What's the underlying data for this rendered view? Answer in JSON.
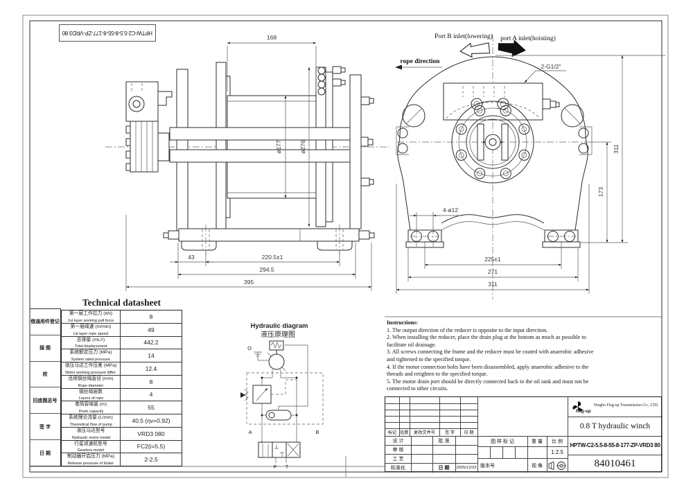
{
  "page": {
    "part_number_box": "HPTW-C2-5.5-8-55-8-177-ZP-VRD3 80"
  },
  "left_view": {
    "dim_168": "168",
    "dim_d177": "ø177",
    "dim_d276": "ø276",
    "dim_43": "43",
    "dim_2205": "220.5±1",
    "dim_2945": "294.5",
    "dim_395": "395"
  },
  "right_view": {
    "rope_direction": "rope direction",
    "port_b": "Port B inlet(lowering)",
    "port_a": "port A inlet(hoisting)",
    "thread": "2-G1/2\"",
    "dim_4d12": "4-ø12",
    "dim_225": "225±1",
    "dim_271": "271",
    "dim_311w": "311",
    "dim_173": "173",
    "dim_311h": "311"
  },
  "hydraulic": {
    "title_en": "Hydraulic diagram",
    "title_cn": "液压原理图",
    "port_o": "O",
    "port_a": "A",
    "port_b": "B",
    "port_p": "P",
    "port_t": "T"
  },
  "margin": {
    "labels": [
      "借通用件登记",
      "描 图",
      "校",
      "旧底图总号",
      "签 字",
      "日 期"
    ]
  },
  "datasheet": {
    "title": "Technical datasheet",
    "rows": [
      {
        "cn": "第一层工作拉力 (kN)",
        "en": "1st layer working pull force",
        "value": "8"
      },
      {
        "cn": "第一层绳速 (m/min)",
        "en": "1st layer rope speed",
        "value": "49"
      },
      {
        "cn": "总排量 (mL/r)",
        "en": "Total displacement",
        "value": "442.2"
      },
      {
        "cn": "系统额定压力 (MPa)",
        "en": "System rated pressure",
        "value": "14"
      },
      {
        "cn": "液压马达工作压差 (MPa)",
        "en": "Motor working pressure differ.",
        "value": "12.4"
      },
      {
        "cn": "适用钢丝绳直径 (mm)",
        "en": "Rope diameter",
        "value": "8"
      },
      {
        "cn": "钢丝绳层数",
        "en": "Layers of rope",
        "value": "4"
      },
      {
        "cn": "卷筒容绳量 (m)",
        "en": "Drum capacity",
        "value": "55"
      },
      {
        "cn": "系统理论流量 (L/min)",
        "en": "Theoretical flow of pump",
        "value": "40.5 (ηv=0.92)"
      },
      {
        "cn": "液压马达型号",
        "en": "Hydraulic motor model",
        "value": "VRD3 080"
      },
      {
        "cn": "行星减速机型号",
        "en": "Gearbox model",
        "value": "FC2(i=5.5)"
      },
      {
        "cn": "制动器开启压力 (MPa)",
        "en": "Release pressure of brake",
        "value": "2-2.5"
      }
    ]
  },
  "instructions": {
    "title": "Instructions:",
    "items": [
      "1. The output direction of the reducer is opposite to the input direction.",
      "2. When installing the reducer, place the drain plug at the bottom as much as possible to facilitate oil drainage.",
      "3. All screws connecting the frame and the reducer must be coated with anaerobic adhesive and tightened to the specified torque.",
      "4. If the motor connection bolts have been disassembled, apply anaerobic adhesive to the threads and retighten to the specified torque.",
      "5. The motor drain port should be directly connected back to the oil tank and must not be connected to other circuits."
    ]
  },
  "titleblock": {
    "rev_headers": [
      "标记",
      "处数",
      "更改文件号",
      "签 字",
      "日 期"
    ],
    "roles": [
      "设 计",
      "审 核",
      "工 艺",
      "标准化"
    ],
    "approve": "批 准",
    "date_label": "日 期",
    "date_value": "2025/12/23",
    "mark_label": "图 样 标 记",
    "weight_label": "重 量",
    "scale_label": "比 例",
    "scale_value": "1:2.5",
    "version_label": "版本号",
    "view_label": "视 角",
    "company": "Ningbo Flag-up Transmission Co., LTD.",
    "logo": "flag-up",
    "product": "0.8 T hydraulic winch",
    "part_number": "HPTW-C2-5.5-8-55-8-177-ZP-VRD3 80",
    "drawing_number": "84010461"
  }
}
